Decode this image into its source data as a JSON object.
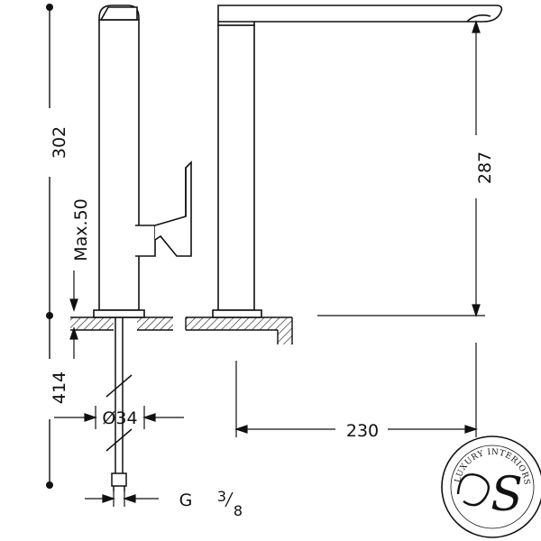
{
  "dimensions": {
    "overall_height": "302",
    "below_counter": "414",
    "handle_lift": "Max.50",
    "spout_height": "287",
    "spout_reach": "230",
    "bore_diameter": "Ø34",
    "thread_g": "G",
    "thread_num": "3",
    "thread_den": "8"
  },
  "logo": {
    "ring_text": "LUXURY INTERIORS",
    "monogram": "S"
  }
}
